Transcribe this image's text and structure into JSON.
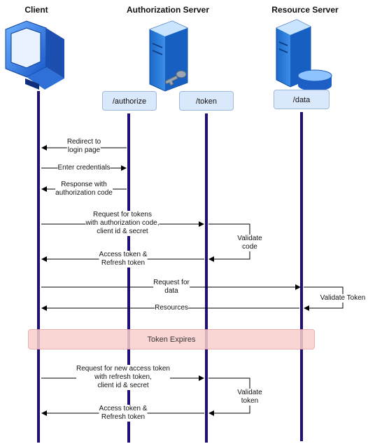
{
  "actors": {
    "client": "Client",
    "auth_server": "Authorization Server",
    "resource_server": "Resource Server"
  },
  "endpoints": {
    "authorize": "/authorize",
    "token": "/token",
    "data": "/data"
  },
  "messages": {
    "redirect": "Redirect to\nlogin page",
    "credentials": "Enter credentials",
    "auth_code_response": "Response with\nauthorization code",
    "request_tokens": "Request for tokens\nwith authorization code,\nclient id & secret",
    "access_refresh_1": "Access token &\nRefresh token",
    "request_data": "Request for\ndata",
    "resources": "Resources",
    "request_new_token": "Request for new access token\nwith refresh token,\nclient id & secret",
    "access_refresh_2": "Access token &\nRefresh token"
  },
  "notes": {
    "validate_code": "Validate\ncode",
    "validate_token_rs": "Validate Token",
    "validate_token_as": "Validate\ntoken"
  },
  "banner": {
    "token_expires": "Token Expires"
  },
  "colors": {
    "lifeline": "#1f0f7a",
    "endpoint_fill": "#dae8fc",
    "banner_fill": "#f8cecc"
  },
  "icons": [
    "client-computer-icon",
    "auth-server-key-icon",
    "resource-server-database-icon"
  ]
}
